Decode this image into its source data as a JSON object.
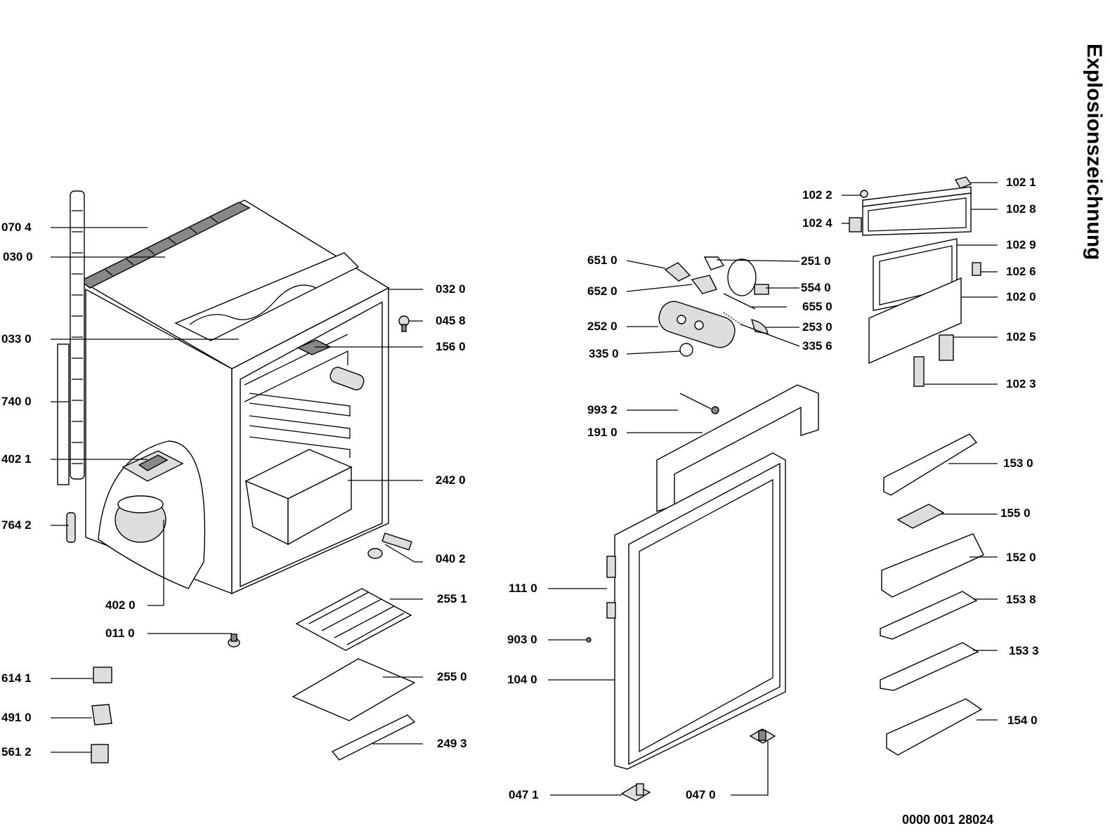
{
  "title": "Explosionszeichnung",
  "document_number": "0000 001 28024",
  "labels": {
    "l0704": "070 4",
    "l0300": "030 0",
    "l0330": "033 0",
    "l7400": "740 0",
    "l4021": "402 1",
    "l7642": "764 2",
    "l4020": "402 0",
    "l0110": "011 0",
    "l6141": "614 1",
    "l4910": "491 0",
    "l5612": "561 2",
    "l0320": "032 0",
    "l0458": "045 8",
    "l1560": "156 0",
    "l2420": "242 0",
    "l0402": "040 2",
    "l2551": "255 1",
    "l2550": "255 0",
    "l2493": "249 3",
    "l6510": "651 0",
    "l6520": "652 0",
    "l2520": "252 0",
    "l3350": "335 0",
    "l2510": "251 0",
    "l5540": "554 0",
    "l6550": "655 0",
    "l2530": "253 0",
    "l3356": "335 6",
    "l1022": "102 2",
    "l1024": "102 4",
    "l1021": "102 1",
    "l1028": "102 8",
    "l1029": "102 9",
    "l1026": "102 6",
    "l1020": "102 0",
    "l1025": "102 5",
    "l1023": "102 3",
    "l9932": "993 2",
    "l1910": "191 0",
    "l1110": "111 0",
    "l9030": "903 0",
    "l1040": "104 0",
    "l0471": "047 1",
    "l0470": "047 0",
    "l1530": "153 0",
    "l1550": "155 0",
    "l1520": "152 0",
    "l1538": "153 8",
    "l1533": "153 3",
    "l1540": "154 0"
  }
}
